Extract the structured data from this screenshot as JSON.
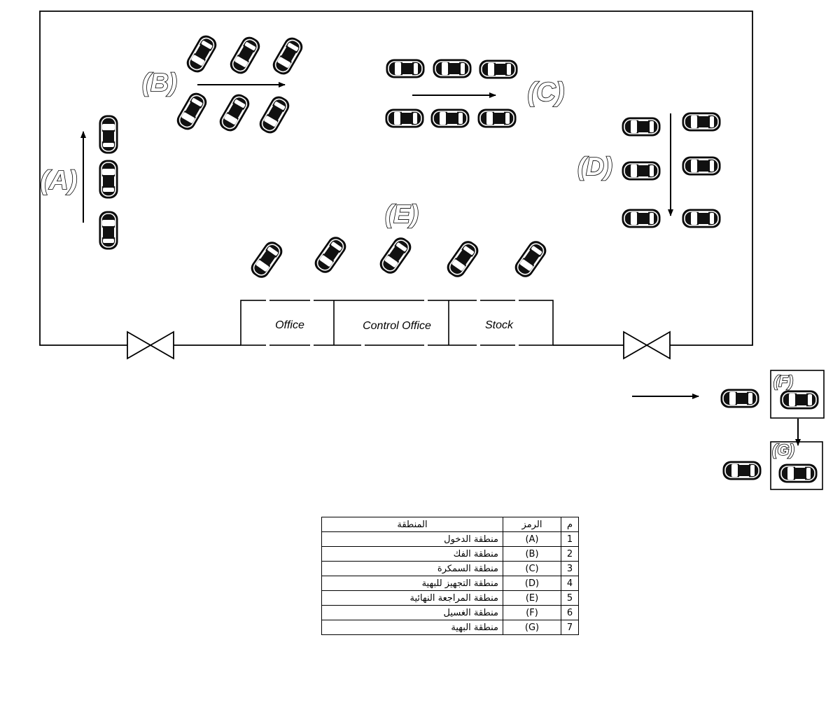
{
  "zones": {
    "A": "(A)",
    "B": "(B)",
    "C": "(C)",
    "D": "(D)",
    "E": "(E)",
    "F": "(F)",
    "G": "(G)"
  },
  "rooms": {
    "office": "Office",
    "control_office": "Control Office",
    "stock": "Stock"
  },
  "legend": {
    "headers": {
      "area": "المنطقة",
      "symbol": "الرمز",
      "number": "م"
    },
    "rows": [
      {
        "area": "منطقة الدخول",
        "symbol": "(A)",
        "number": "1"
      },
      {
        "area": "منطقة الفك",
        "symbol": "(B)",
        "number": "2"
      },
      {
        "area": "منطقة السمكرة",
        "symbol": "(C)",
        "number": "3"
      },
      {
        "area": "منطقة التجهيز للبهية",
        "symbol": "(D)",
        "number": "4"
      },
      {
        "area": "منطقة المراجعة النهائية",
        "symbol": "(E)",
        "number": "5"
      },
      {
        "area": "منطقة الغسيل",
        "symbol": "(F)",
        "number": "6"
      },
      {
        "area": "منطقة البهية",
        "symbol": "(G)",
        "number": "7"
      }
    ]
  }
}
